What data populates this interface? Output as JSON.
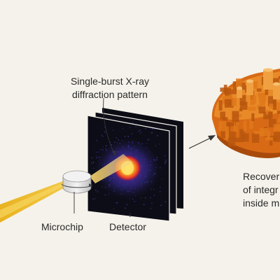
{
  "labels": {
    "pattern_line1": "Single-burst X-ray",
    "pattern_line2": "diffraction pattern",
    "microchip": "Microchip",
    "detector": "Detector",
    "recovered_line1": "Recover",
    "recovered_line2": "of integr",
    "recovered_line3": "inside m"
  },
  "colors": {
    "background": "#f4f2ea",
    "beam": "#e8b11e",
    "detector_panel": "#0c0c14",
    "speckle": "#3a3aa8",
    "hotspot": "#f5c20a",
    "structure": "#e0781a",
    "structure_dark": "#b8560e",
    "text": "#2a2a2a"
  }
}
